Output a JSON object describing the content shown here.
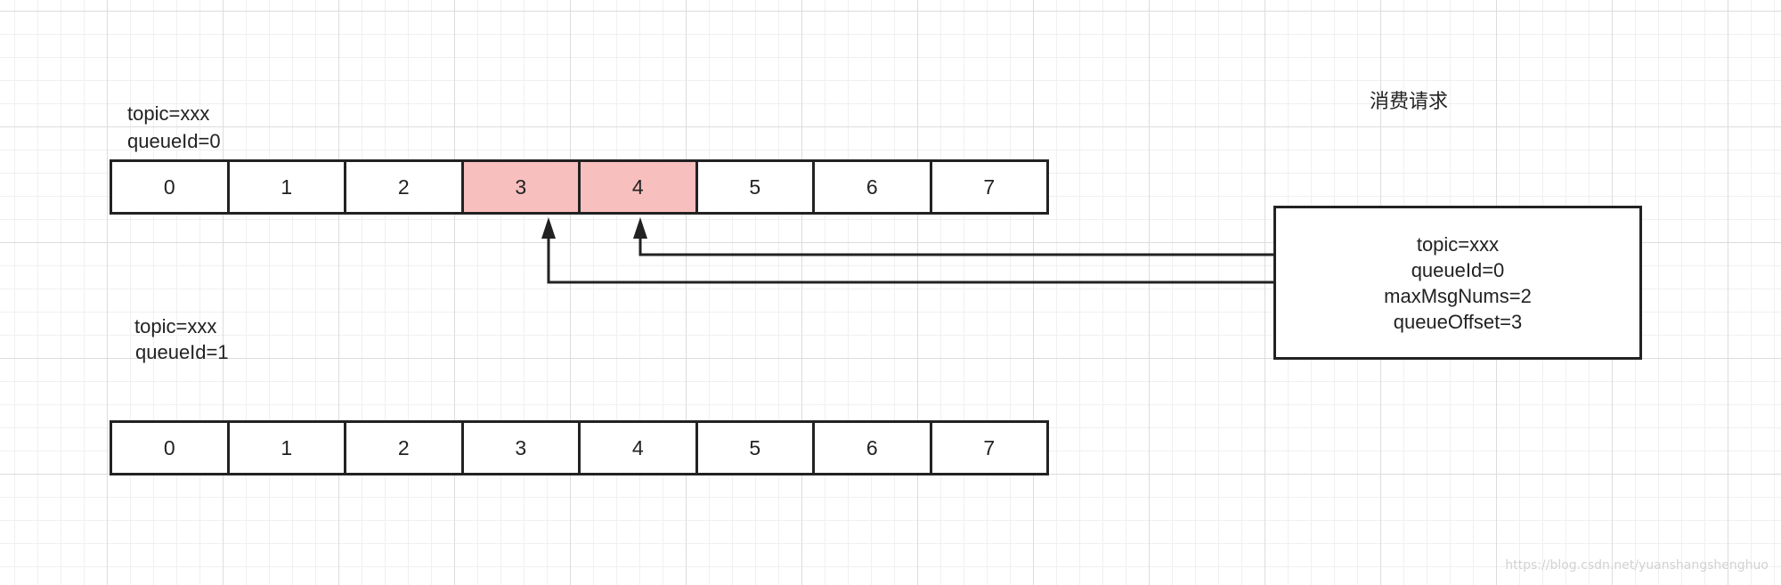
{
  "title": "消费请求",
  "queues": [
    {
      "topic_label": "topic=xxx",
      "queue_label": "queueId=0",
      "cells": [
        "0",
        "1",
        "2",
        "3",
        "4",
        "5",
        "6",
        "7"
      ],
      "highlighted": [
        3,
        4
      ]
    },
    {
      "topic_label": "topic=xxx",
      "queue_label": "queueId=1",
      "cells": [
        "0",
        "1",
        "2",
        "3",
        "4",
        "5",
        "6",
        "7"
      ],
      "highlighted": []
    }
  ],
  "request": {
    "lines": [
      "topic=xxx",
      "queueId=0",
      "maxMsgNums=2",
      "queueOffset=3"
    ]
  },
  "colors": {
    "highlight": "#f8bfbf",
    "stroke": "#222222",
    "grid": "#dcdcdc"
  },
  "watermark": "https://blog.csdn.net/yuanshangshenghuo"
}
